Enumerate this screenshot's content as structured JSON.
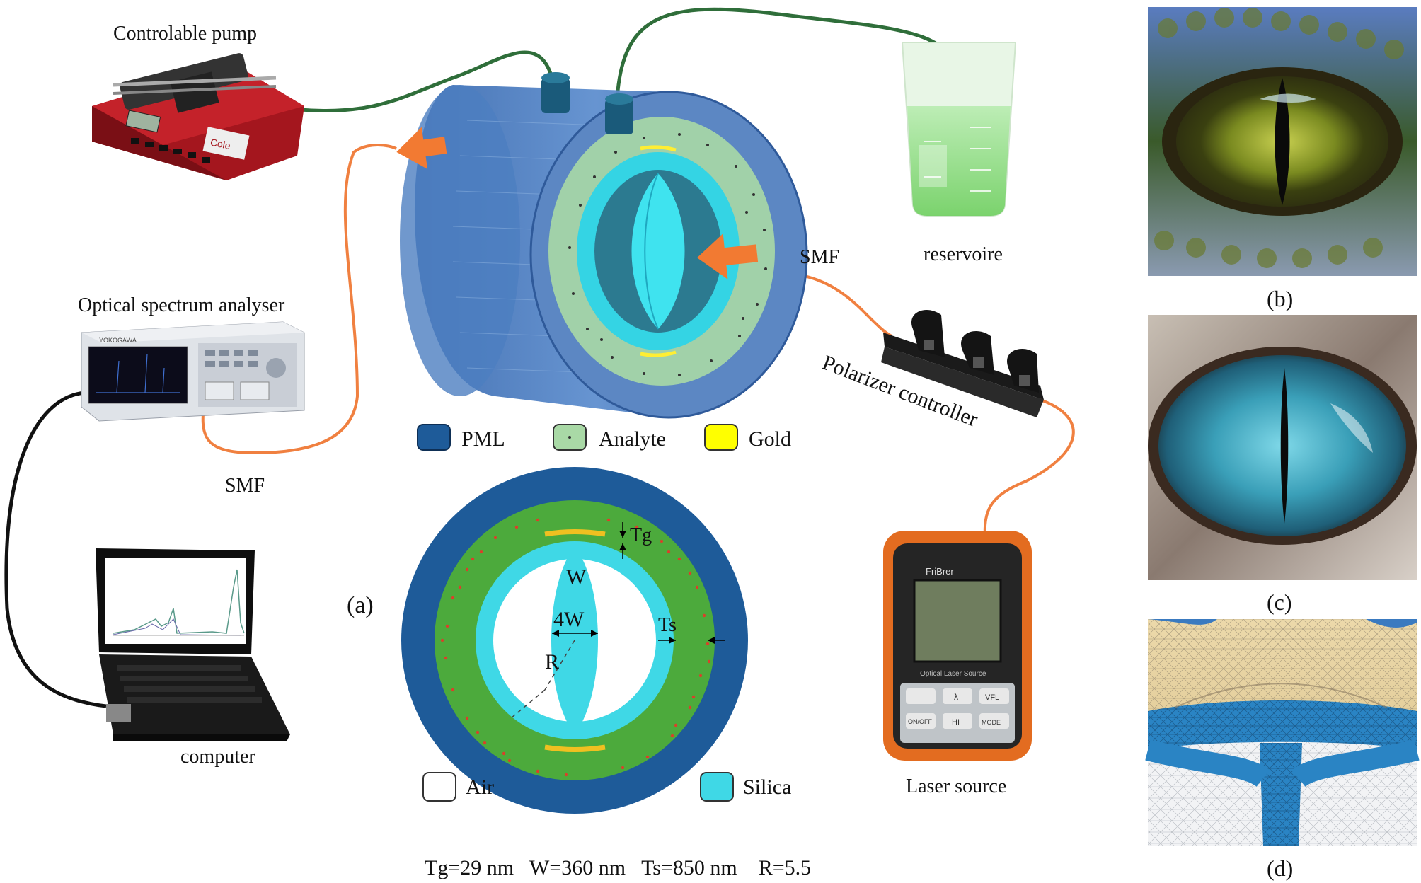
{
  "labels": {
    "pump": "Controlable pump",
    "osa": "Optical spectrum analyser",
    "computer": "computer",
    "reservoir": "reservoire",
    "smf_top": "SMF",
    "smf_bottom": "SMF",
    "polarizer": "Polarizer controller",
    "laser": "Laser source",
    "panel_a": "(a)",
    "panel_b": "(b)",
    "panel_c": "(c)",
    "panel_d": "(d)"
  },
  "legend_top": [
    {
      "label": "PML",
      "color": "#1e5b99"
    },
    {
      "label": "Analyte",
      "color": "#a9d9a6"
    },
    {
      "label": "Gold",
      "color": "#ffff00"
    }
  ],
  "legend_bottom": [
    {
      "label": "Air",
      "color": "#ffffff"
    },
    {
      "label": "Silica",
      "color": "#3fd8e6"
    }
  ],
  "dims": {
    "tg": "Tg",
    "w": "W",
    "w4": "4W",
    "ts": "Ts",
    "r": "R"
  },
  "params": "Tg=29 nm   W=360 nm   Ts=850 nm    R=5.5",
  "device_text": {
    "osa_brand": "YOKOGAWA",
    "laser_brand": "FriBrer",
    "laser_caption": "Optical Laser Source",
    "pump_brand": "Cole"
  },
  "laser_keys": [
    "",
    "λ",
    "VFL",
    "ON/OFF",
    "HI",
    "MODE"
  ],
  "colors": {
    "pml": "#1e5b99",
    "analyte": "#4caa3c",
    "silica": "#3fd8e6",
    "gold": "#f0c020",
    "fiber": "#f08040",
    "arrow": "#f27a32",
    "tube": "#2f6e3a"
  }
}
